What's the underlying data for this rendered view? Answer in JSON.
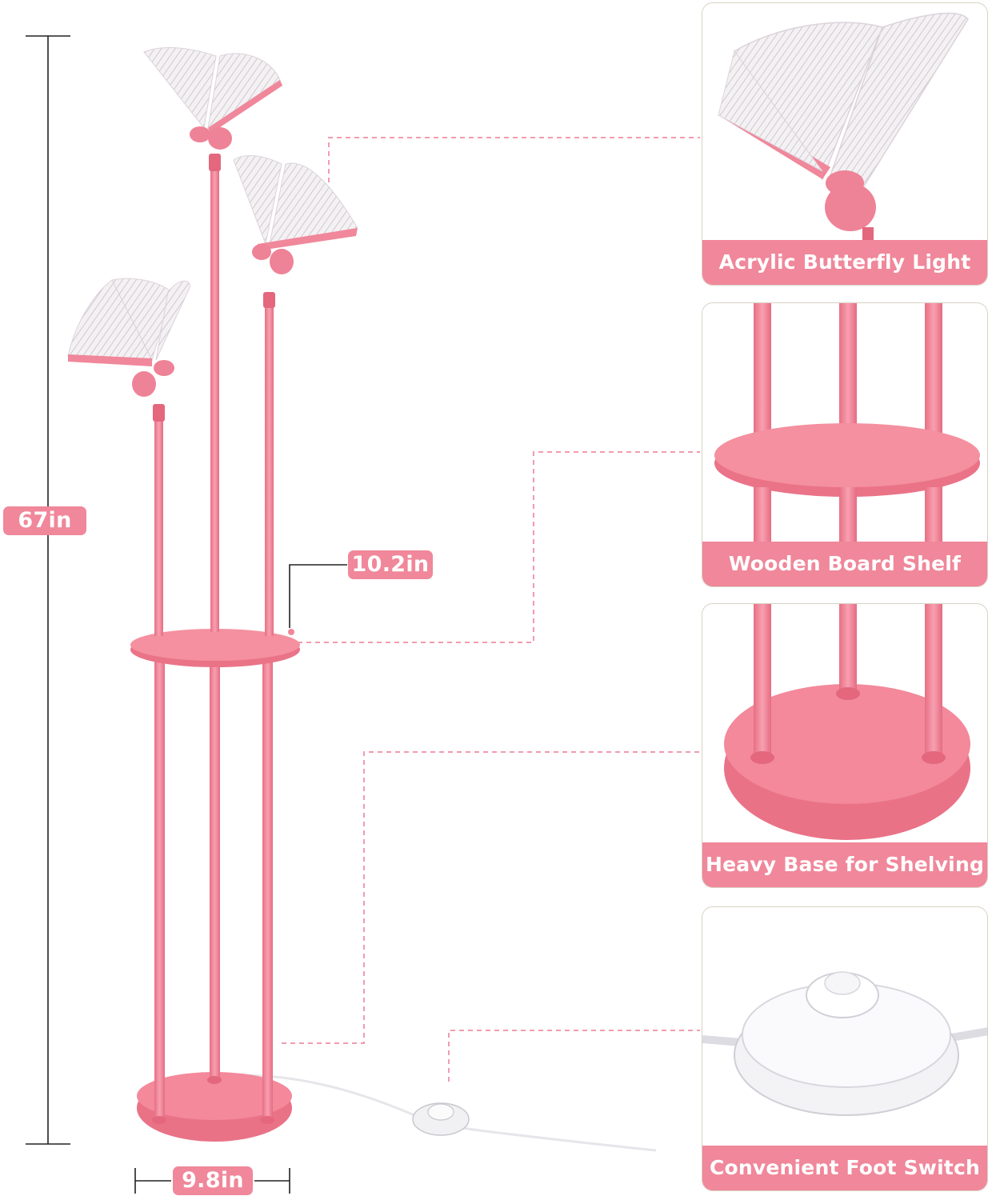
{
  "dimensions": {
    "height": "67in",
    "shelf_diameter": "10.2in",
    "base_diameter": "9.8in"
  },
  "features": [
    {
      "caption": "Acrylic Butterfly Light"
    },
    {
      "caption": "Wooden Board Shelf"
    },
    {
      "caption": "Heavy Base for Shelving"
    },
    {
      "caption": "Convenient Foot Switch"
    }
  ],
  "colors": {
    "lamp_pink": "#f0879a",
    "label_pink": "#f0879a",
    "panel_border": "#d9d2c4",
    "guide_line": "#f29bb0",
    "dimension_line": "#222222"
  }
}
